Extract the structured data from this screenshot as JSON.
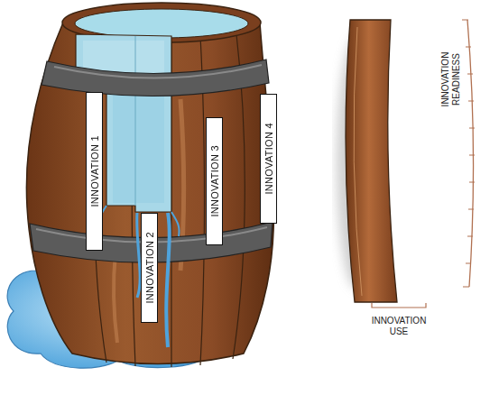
{
  "diagram": {
    "nodes": [
      {
        "text": [
          "INNOVATION 1"
        ]
      },
      {
        "text": [
          "INNOVATION 2"
        ]
      },
      {
        "text": [
          "INNOVATION 3"
        ]
      },
      {
        "text": [
          "INNOVATION 4"
        ]
      }
    ],
    "labels": [
      "INNOVATION READINESS",
      "INNOVATION USE"
    ]
  }
}
